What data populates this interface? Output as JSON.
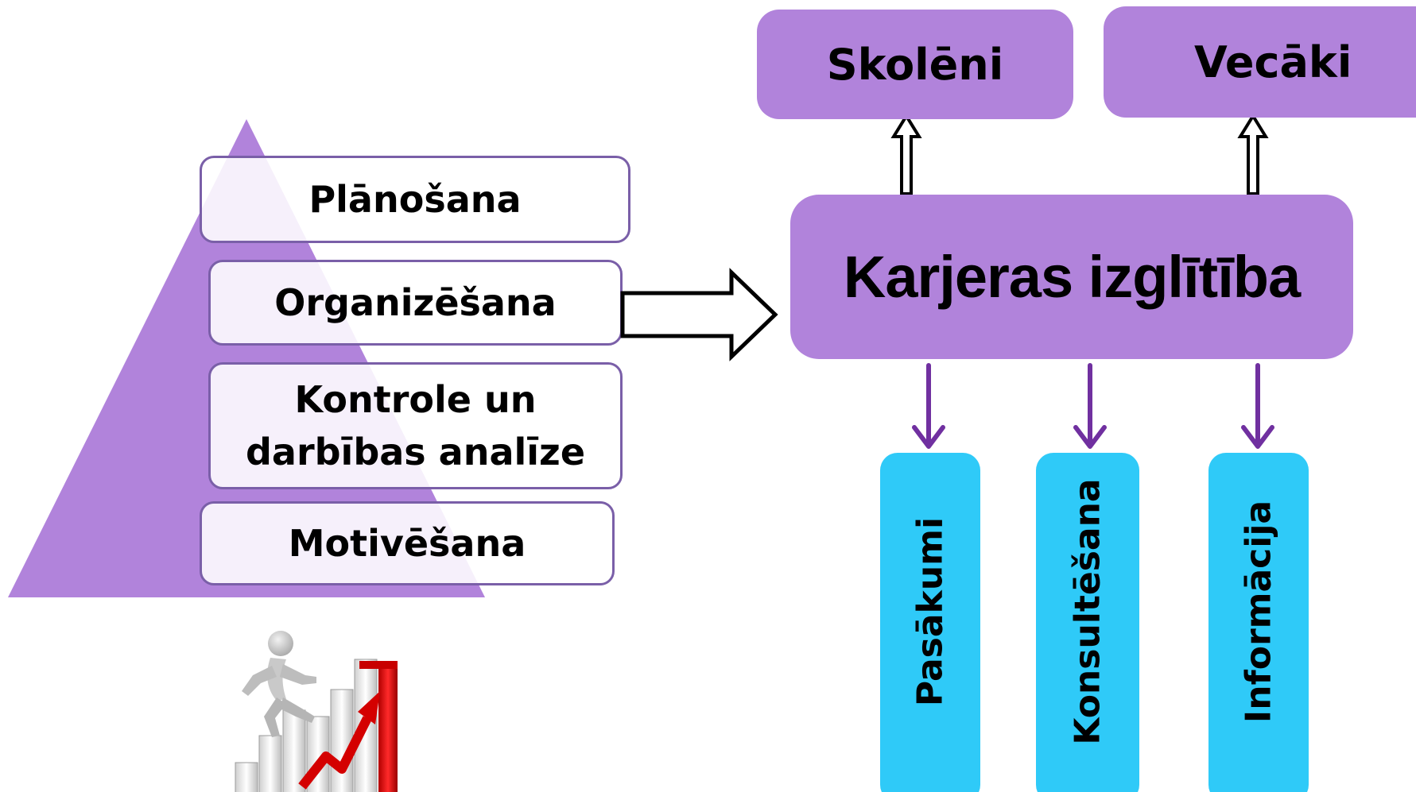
{
  "pyramid_stages": [
    "Plānošana",
    "Organizēšana",
    "Kontrole un darbības analīze",
    "Motivēšana"
  ],
  "central": "Karjeras izglītība",
  "audiences": [
    "Skolēni",
    "Vecāki"
  ],
  "activities": [
    "Pasākumi",
    "Konsultēšana",
    "Informācija"
  ],
  "colors": {
    "purple": "#b183db",
    "cyan": "#2fcaf8",
    "arrow_purple": "#7030a0"
  },
  "icons": {
    "illustration": "person-climbing-chart-stairs"
  }
}
